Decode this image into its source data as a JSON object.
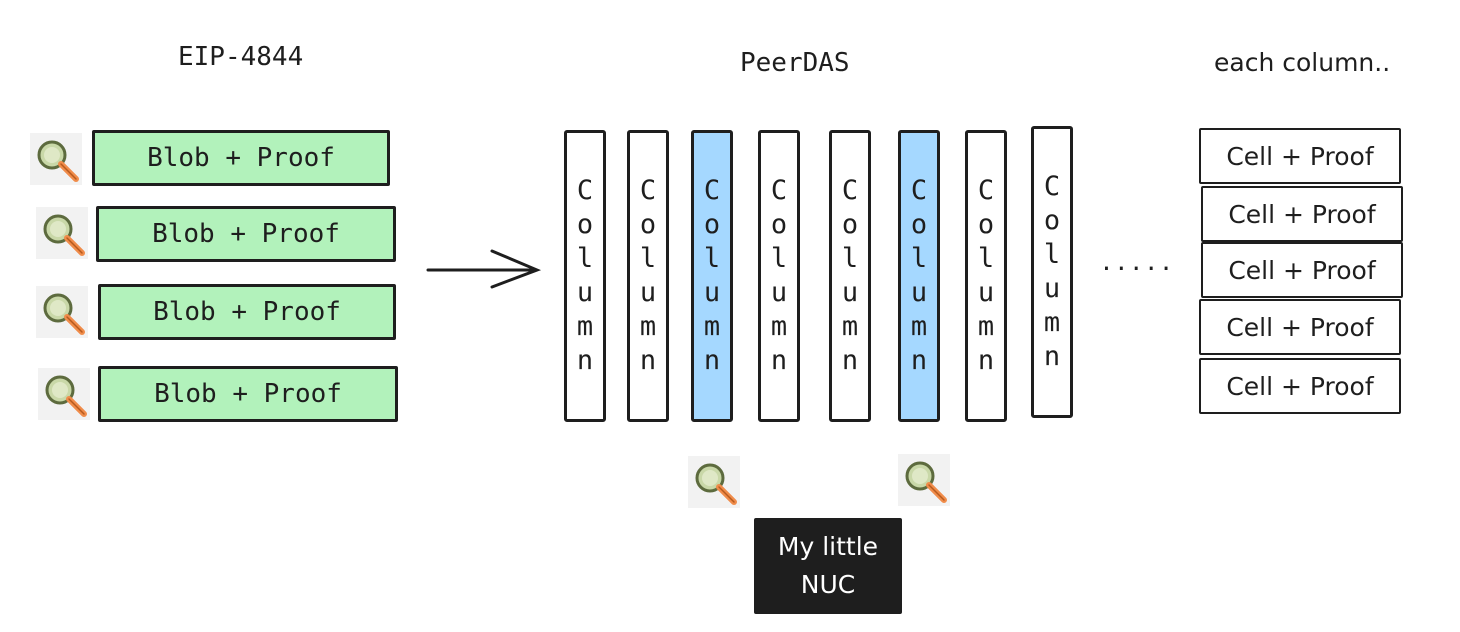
{
  "titles": {
    "eip4844": "EIP-4844",
    "peerdas": "PeerDAS",
    "each_column": "each column.."
  },
  "blobs": [
    {
      "label": "Blob + Proof"
    },
    {
      "label": "Blob + Proof"
    },
    {
      "label": "Blob + Proof"
    },
    {
      "label": "Blob + Proof"
    }
  ],
  "columns": [
    {
      "label": "Column",
      "selected": false
    },
    {
      "label": "Column",
      "selected": false
    },
    {
      "label": "Column",
      "selected": true
    },
    {
      "label": "Column",
      "selected": false
    },
    {
      "label": "Column",
      "selected": false
    },
    {
      "label": "Column",
      "selected": true
    },
    {
      "label": "Column",
      "selected": false
    },
    {
      "label": "Column",
      "selected": false
    }
  ],
  "ellipsis": ".....",
  "cells": [
    {
      "label": "Cell + Proof"
    },
    {
      "label": "Cell + Proof"
    },
    {
      "label": "Cell + Proof"
    },
    {
      "label": "Cell + Proof"
    },
    {
      "label": "Cell + Proof"
    }
  ],
  "node": {
    "line1": "My little",
    "line2": "NUC"
  },
  "icons": {
    "sampler": "magnifier-icon"
  },
  "colors": {
    "blob_fill": "#b2f2bb",
    "column_selected_fill": "#a5d8ff",
    "node_fill": "#1e1e1e",
    "stroke": "#1e1e1e",
    "magnifier_lens": "#c9d8a8",
    "magnifier_handle": "#f08c4a"
  }
}
